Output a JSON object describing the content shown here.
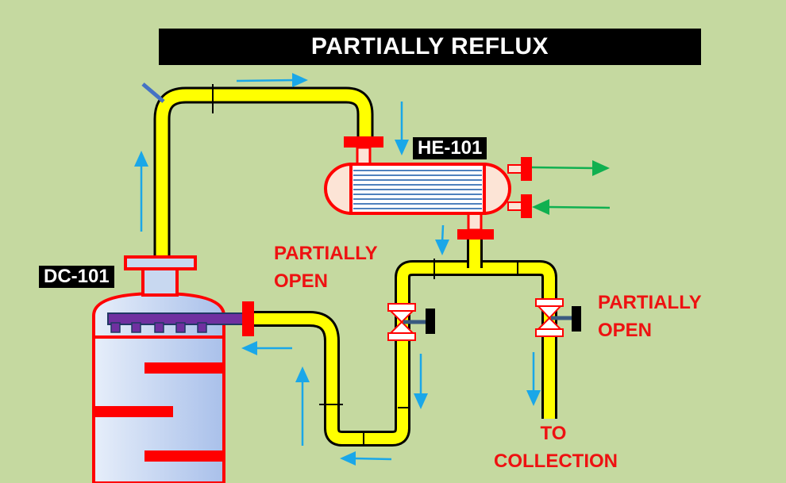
{
  "title": "PARTIALLY REFLUX",
  "tags": {
    "exchanger": "HE-101",
    "column": "DC-101"
  },
  "notes": {
    "valve_left": "PARTIALLY\nOPEN",
    "valve_right": "PARTIALLY\nOPEN",
    "destination": "TO\nCOLLECTION"
  },
  "colors": {
    "background": "#c5d9a0",
    "pipe": "#ffff00",
    "flange": "#ff0000",
    "flow_arrow": "#1aa7e8",
    "coolant_arrow": "#10b050",
    "label_text": "#ee1111",
    "column_fill": "#c8d8f0",
    "distributor": "#7030a0"
  },
  "icons": {
    "flow": "arrow-icon",
    "valve": "gate-valve-icon"
  }
}
